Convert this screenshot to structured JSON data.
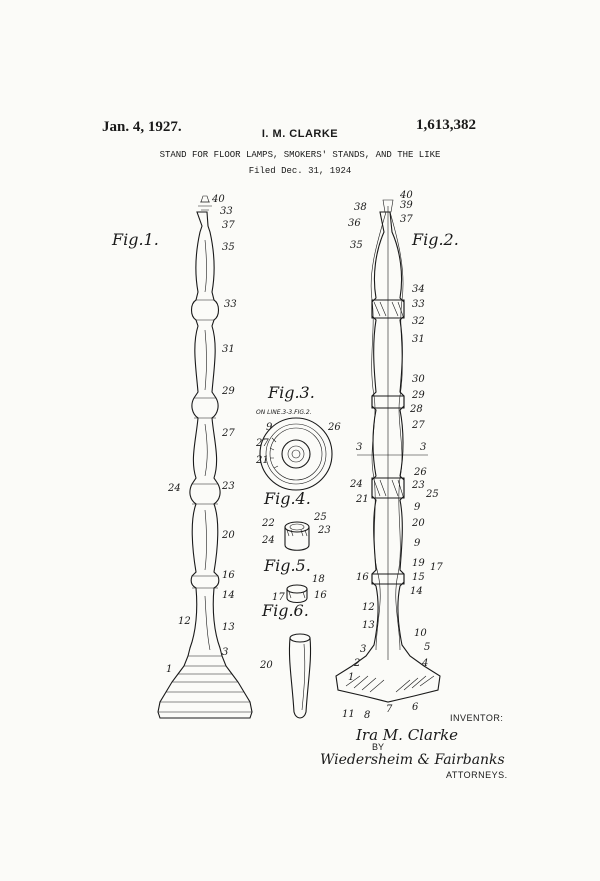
{
  "header": {
    "date": "Jan. 4, 1927.",
    "inventor_name": "I. M. CLARKE",
    "patent_number": "1,613,382"
  },
  "title": "STAND FOR FLOOR LAMPS, SMOKERS' STANDS, AND THE LIKE",
  "filed": "Filed Dec. 31, 1924",
  "figures": {
    "fig1": "Fig.1.",
    "fig2": "Fig.2.",
    "fig3": "Fig.3.",
    "fig3_note": "ON LINE 3-3, FIG. 2.",
    "fig4": "Fig.4.",
    "fig5": "Fig.5.",
    "fig6": "Fig.6."
  },
  "fig1_labels": [
    "40",
    "33",
    "37",
    "35",
    "33",
    "31",
    "29",
    "27",
    "24",
    "23",
    "20",
    "16",
    "14",
    "12",
    "13",
    "3",
    "1"
  ],
  "fig2_labels": [
    "38",
    "39",
    "40",
    "36",
    "37",
    "35",
    "34",
    "33",
    "32",
    "31",
    "30",
    "29",
    "28",
    "27",
    "3",
    "3",
    "26",
    "24",
    "23",
    "25",
    "21",
    "9",
    "20",
    "9",
    "19",
    "17",
    "16",
    "15",
    "14",
    "12",
    "13",
    "10",
    "3",
    "5",
    "2",
    "4",
    "1",
    "11",
    "8",
    "7",
    "6"
  ],
  "fig3_labels": [
    "9",
    "26",
    "27",
    "21"
  ],
  "fig4_labels": [
    "25",
    "22",
    "23",
    "24"
  ],
  "fig5_labels": [
    "18",
    "17",
    "16"
  ],
  "fig6_labels": [
    "20"
  ],
  "signature": {
    "inventor_label": "INVENTOR:",
    "inventor_sig": "Ira M. Clarke",
    "by_label": "BY",
    "attorney_sig": "Wiedersheim & Fairbanks",
    "attorneys_label": "ATTORNEYS."
  }
}
